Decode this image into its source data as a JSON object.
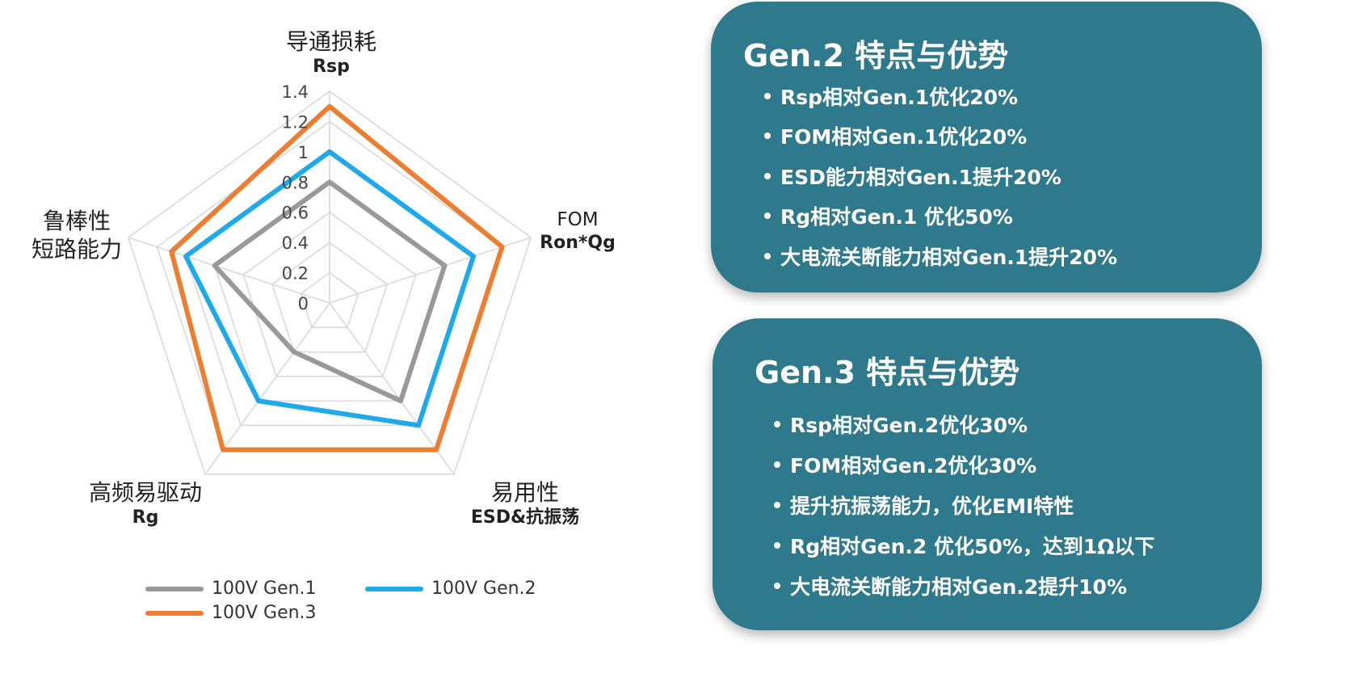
{
  "chart_data": {
    "type": "radar",
    "axes": [
      {
        "label": "导通损耗",
        "sublabel": "Rsp"
      },
      {
        "label": "FOM",
        "sublabel": "Ron*Qg"
      },
      {
        "label": "易用性",
        "sublabel": "ESD&抗振荡"
      },
      {
        "label": "高频易驱动",
        "sublabel": "Rg"
      },
      {
        "label": "鲁棒性",
        "sublabel": "短路能力"
      }
    ],
    "scale": {
      "min": 0,
      "max": 1.4,
      "step": 0.2,
      "tick_labels": [
        "0",
        "0.2",
        "0.4",
        "0.6",
        "0.8",
        "1",
        "1.2",
        "1.4"
      ]
    },
    "series": [
      {
        "name": "100V Gen.1",
        "color": "#999999",
        "values": [
          0.8,
          0.8,
          0.8,
          0.4,
          0.8
        ]
      },
      {
        "name": "100V Gen.2",
        "color": "#1eaaea",
        "values": [
          1.0,
          1.0,
          1.0,
          0.8,
          1.0
        ]
      },
      {
        "name": "100V Gen.3",
        "color": "#ed7d31",
        "values": [
          1.3,
          1.2,
          1.2,
          1.2,
          1.1
        ]
      }
    ],
    "grid": true,
    "legend_position": "bottom"
  },
  "cards": [
    {
      "title": "Gen.2 特点与优势",
      "items": [
        "Rsp相对Gen.1优化20%",
        "FOM相对Gen.1优化20%",
        "ESD能力相对Gen.1提升20%",
        "Rg相对Gen.1 优化50%",
        "大电流关断能力相对Gen.1提升20%"
      ]
    },
    {
      "title": "Gen.3 特点与优势",
      "items": [
        "Rsp相对Gen.2优化30%",
        "FOM相对Gen.2优化30%",
        "提升抗振荡能力，优化EMI特性",
        "Rg相对Gen.2 优化50%，达到1Ω以下",
        "大电流关断能力相对Gen.2提升10%"
      ]
    }
  ],
  "colors": {
    "card_bg": "#2e7a8c",
    "grid": "#d9d9d9"
  }
}
